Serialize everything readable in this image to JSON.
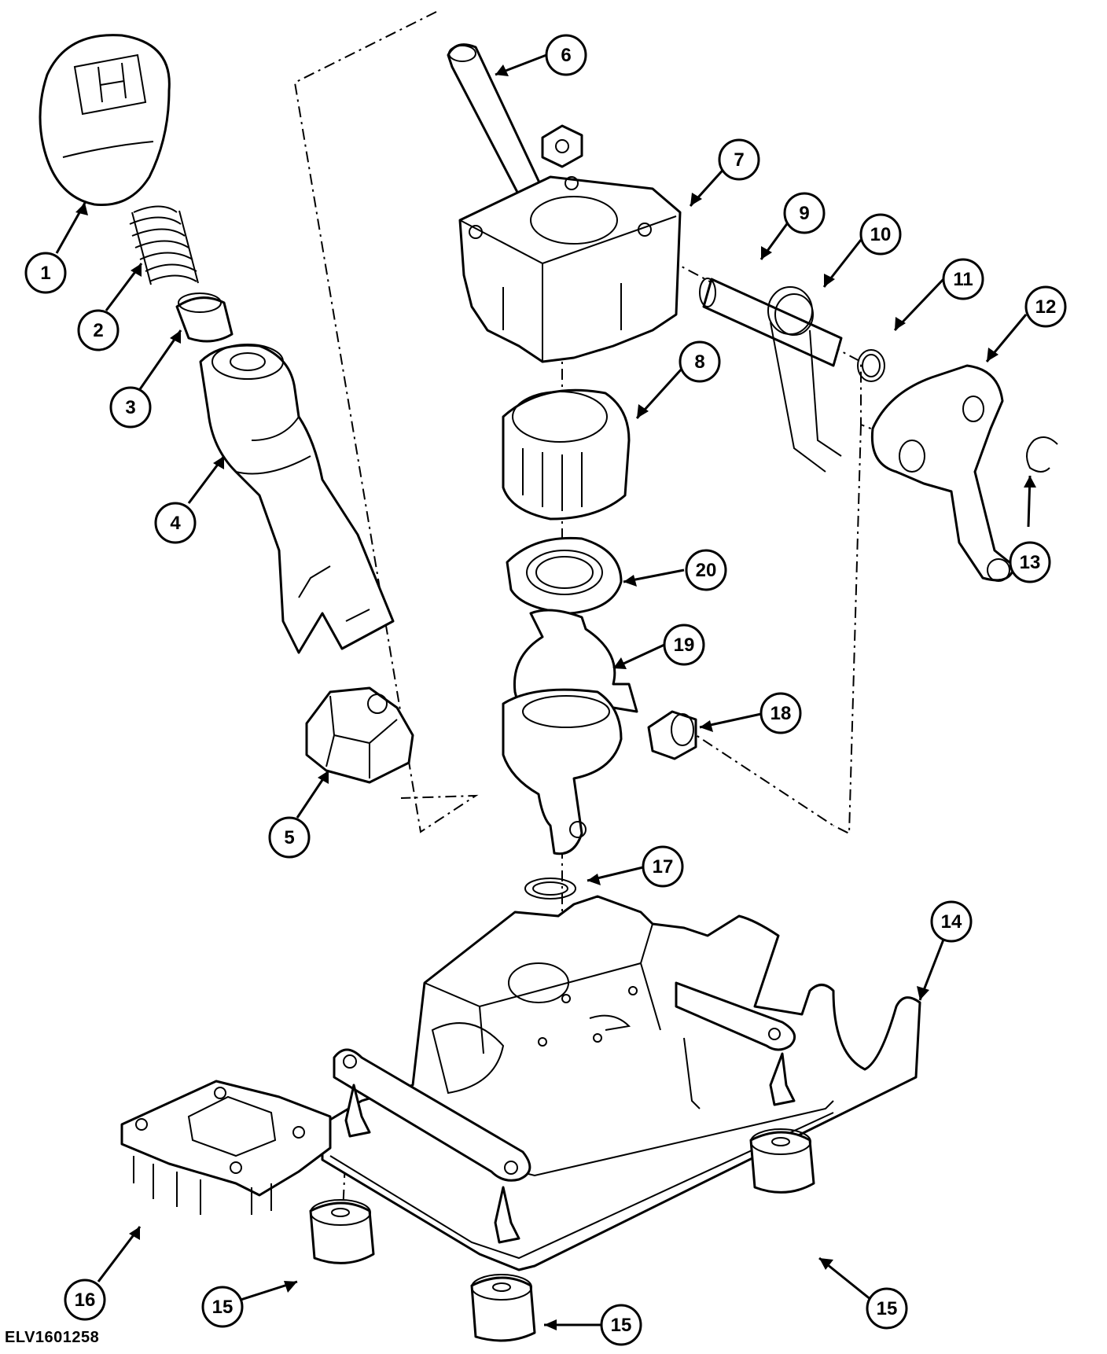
{
  "figure_code": "ELV1601258",
  "callouts": [
    {
      "num": "1",
      "part": "gear-knob"
    },
    {
      "num": "2",
      "part": "spring"
    },
    {
      "num": "3",
      "part": "bushing"
    },
    {
      "num": "4",
      "part": "lever-tube"
    },
    {
      "num": "5",
      "part": "lock-block"
    },
    {
      "num": "6",
      "part": "shift-rod"
    },
    {
      "num": "7",
      "part": "housing"
    },
    {
      "num": "8",
      "part": "ring-nut"
    },
    {
      "num": "9",
      "part": "pivot-pin"
    },
    {
      "num": "10",
      "part": "torsion-spring"
    },
    {
      "num": "11",
      "part": "o-ring-small"
    },
    {
      "num": "12",
      "part": "bell-crank"
    },
    {
      "num": "13",
      "part": "retaining-clip"
    },
    {
      "num": "14",
      "part": "base-plate"
    },
    {
      "num": "15",
      "part": "rubber-mount"
    },
    {
      "num": "16",
      "part": "gate-plate"
    },
    {
      "num": "17",
      "part": "o-ring"
    },
    {
      "num": "18",
      "part": "cap"
    },
    {
      "num": "19",
      "part": "ball-joint"
    },
    {
      "num": "20",
      "part": "bearing-ring"
    }
  ]
}
